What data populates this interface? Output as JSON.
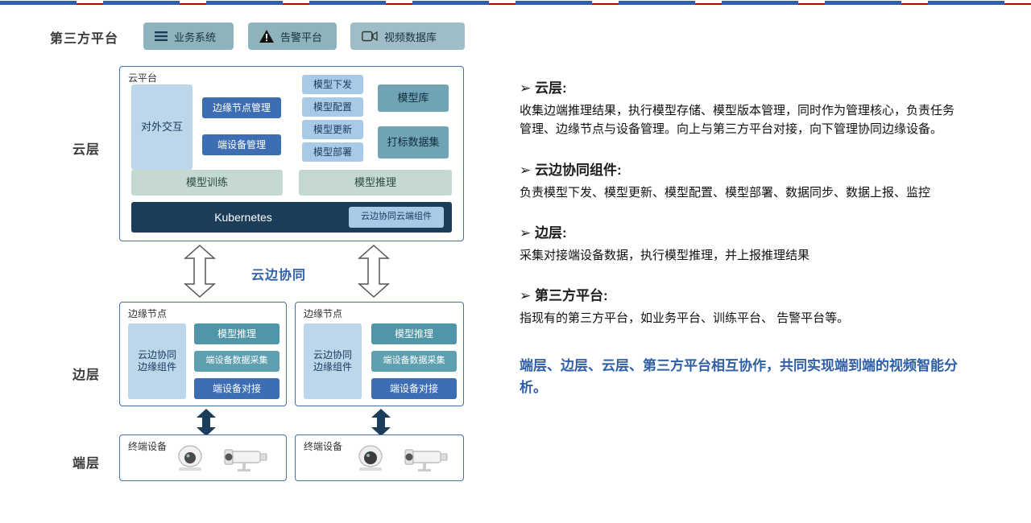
{
  "labels": {
    "third_party": "第三方平台",
    "cloud": "云层",
    "edge": "边层",
    "end": "端层",
    "collab": "云边协同"
  },
  "third_party": {
    "items": [
      {
        "label": "业务系统",
        "icon": "list-icon"
      },
      {
        "label": "告警平台",
        "icon": "warning-icon"
      },
      {
        "label": "视频数据库",
        "icon": "video-camera-icon"
      }
    ]
  },
  "cloud": {
    "title": "云平台",
    "external": "对外交互",
    "edge_node_mgmt": "边缘节点管理",
    "device_mgmt": "端设备管理",
    "model_ops": [
      "模型下发",
      "模型配置",
      "模型更新",
      "模型部署"
    ],
    "model_lib": "模型库",
    "dataset": "打标数据集",
    "training": "模型训练",
    "inference": "模型推理",
    "kubernetes": "Kubernetes",
    "cloud_component": "云边协同云端组件"
  },
  "edge_nodes": [
    {
      "title": "边缘节点",
      "component": "云边协同 边缘组件",
      "inference": "模型推理",
      "collection": "端设备数据采集",
      "docking": "端设备对接"
    },
    {
      "title": "边缘节点",
      "component": "云边协同 边缘组件",
      "inference": "模型推理",
      "collection": "端设备数据采集",
      "docking": "端设备对接"
    }
  ],
  "end_devices": [
    {
      "title": "终端设备"
    },
    {
      "title": "终端设备"
    }
  ],
  "right_panel": {
    "sections": [
      {
        "heading": "➢  云层:",
        "body": "收集边端推理结果，执行模型存储、模型版本管理，同时作为管理核心，负责任务管理、边缘节点与设备管理。向上与第三方平台对接，向下管理协同边缘设备。"
      },
      {
        "heading": "➢  云边协同组件:",
        "body": "负责模型下发、模型更新、模型配置、模型部署、数据同步、数据上报、监控"
      },
      {
        "heading": "➢  边层:",
        "body": "采集对接端设备数据，执行模型推理，并上报推理结果"
      },
      {
        "heading": "➢  第三方平台:",
        "body": "指现有的第三方平台，如业务平台、训练平台、 告警平台等。"
      }
    ],
    "summary": "端层、边层、云层、第三方平台相互协作，共同实现端到端的视频智能分析。"
  },
  "colors": {
    "accent_blue": "#2E5FA8",
    "dark_navy": "#1C3D59",
    "mid_blue": "#3D6EB4",
    "light_blue": "#A9CAE6",
    "pale_blue": "#BCD6EA",
    "teal": "#6FA3B5",
    "sage": "#C6D8D2",
    "button_teal": "#8FB3BC",
    "deco_red": "#C00000"
  }
}
